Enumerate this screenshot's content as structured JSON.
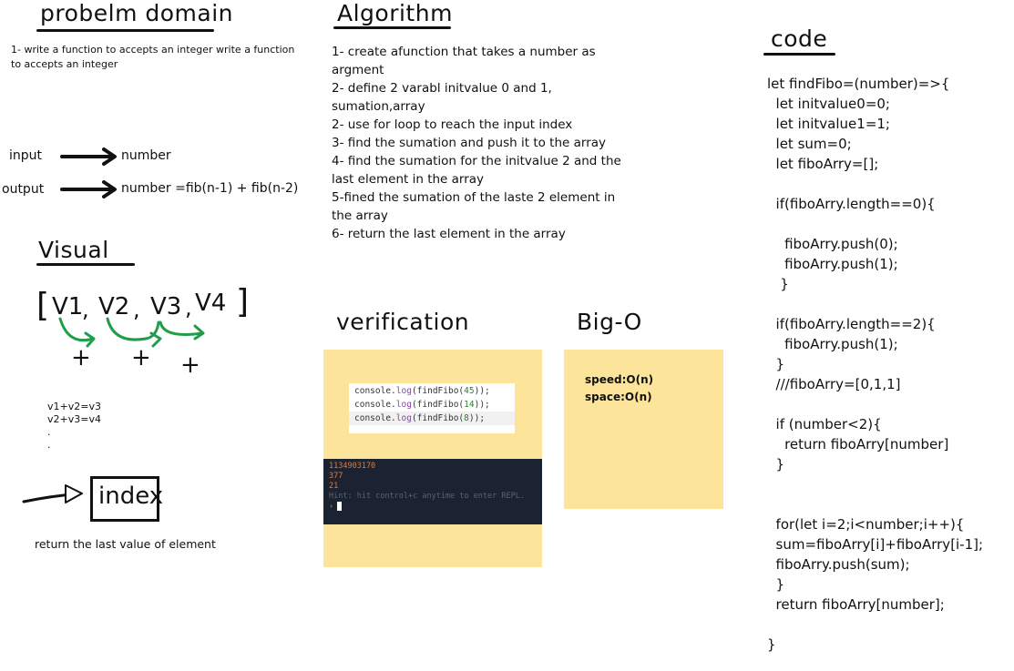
{
  "problem": {
    "title": "probelm domain",
    "description": "1- write a function to accepts an integer write a function to accepts an integer",
    "input_label": "input",
    "input_value": "number",
    "output_label": "output",
    "output_value": "number =fib(n-1) + fib(n-2)"
  },
  "visual": {
    "title": "Visual",
    "array_items": [
      "V1",
      "V2",
      "V3",
      "V4"
    ],
    "plus_sign": "+",
    "notes": [
      "v1+v2=v3",
      "v2+v3=v4",
      ".",
      "."
    ],
    "index_label": "index",
    "return_note": "return the last value of element"
  },
  "algorithm": {
    "title": "Algorithm",
    "steps": [
      "1- create  afunction that takes a number  as",
      "argment",
      "2- define 2 varabl initvalue 0 and 1,",
      "sumation,array",
      "2- use for loop to reach the input index",
      "3- find the sumation and push it to the array",
      "4- find the sumation for the initvalue 2 and the",
      "last element in the array",
      "5-fined the sumation of the laste 2 element in",
      "the array",
      "6- return the last element in the array"
    ]
  },
  "verification": {
    "title": "verification",
    "calls": [
      {
        "prefix": "console.",
        "fn": "log",
        "mid": "(findFibo(",
        "arg": "45",
        "end": "));"
      },
      {
        "prefix": "console.",
        "fn": "log",
        "mid": "(findFibo(",
        "arg": "14",
        "end": "));"
      },
      {
        "prefix": "console.",
        "fn": "log",
        "mid": "(findFibo(",
        "arg": "8",
        "end": "));"
      }
    ],
    "output": [
      "1134903170",
      "377",
      "21"
    ],
    "hint": "Hint: hit control+c anytime to enter REPL.",
    "prompt": "›"
  },
  "bigo": {
    "title": "Big-O",
    "speed": "speed:O(n)",
    "space": "space:O(n)"
  },
  "code": {
    "title": "code",
    "lines": [
      "let findFibo=(number)=>{",
      "  let initvalue0=0;",
      "  let initvalue1=1;",
      "  let sum=0;",
      "  let fiboArry=[];",
      "",
      "  if(fiboArry.length==0){",
      "",
      "    fiboArry.push(0);",
      "    fiboArry.push(1);",
      "   }",
      "",
      "  if(fiboArry.length==2){",
      "    fiboArry.push(1);",
      "  }",
      "  ///fiboArry=[0,1,1]",
      "",
      "  if (number<2){",
      "    return fiboArry[number]",
      "  }",
      "",
      "",
      "  for(let i=2;i<number;i++){",
      "  sum=fiboArry[i]+fiboArry[i-1];",
      "  fiboArry.push(sum);",
      "  }",
      "  return fiboArry[number];",
      "",
      "}"
    ]
  },
  "colors": {
    "panel": "#fce59a",
    "terminal": "#1b2231",
    "terminal_text": "#e07b3a",
    "arrow_green": "#1f9e4a"
  }
}
